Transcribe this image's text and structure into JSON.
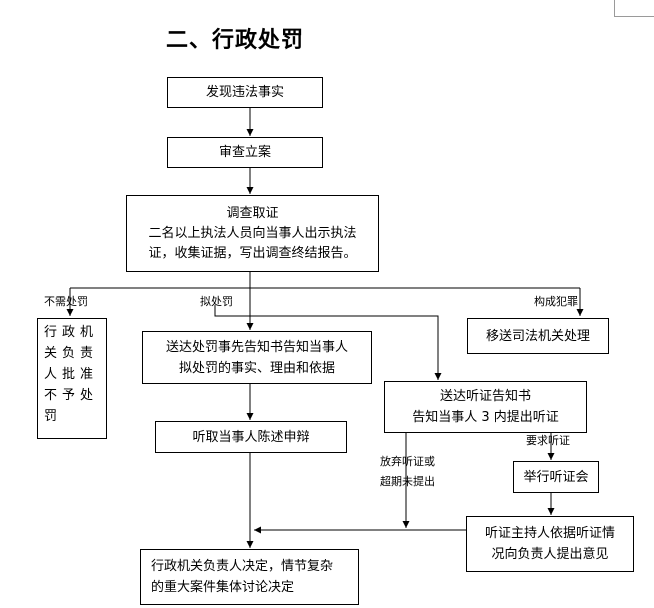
{
  "title": "二、行政处罚",
  "nodes": {
    "discover": "发现违法事实",
    "review": "审查立案",
    "investigate": [
      "调查取证",
      "二名以上执法人员向当事人出示执法",
      "证，收集证据，写出调查终结报告。"
    ],
    "no_penalty": "行政机关负责人批准不予处罚",
    "notice": [
      "送达处罚事先告知书告知当事人",
      "拟处罚的事实、理由和依据"
    ],
    "hearing_notice": [
      "送达听证告知书",
      "告知当事人 3 内提出听证"
    ],
    "transfer": "移送司法机关处理",
    "statement": "听取当事人陈述申辩",
    "hold_hearing": "举行听证会",
    "host_opinion": [
      "听证主持人依据听证情",
      "况向负责人提出意见"
    ],
    "decision": [
      "行政机关负责人决定，情节复杂",
      "的重大案件集体讨论决定"
    ]
  },
  "edge_labels": {
    "no_penalty": "不需处罚",
    "propose": "拟处罚",
    "crime": "构成犯罪",
    "request_hearing": "要求听证",
    "waive": [
      "放弃听证或",
      "超期未提出"
    ]
  }
}
